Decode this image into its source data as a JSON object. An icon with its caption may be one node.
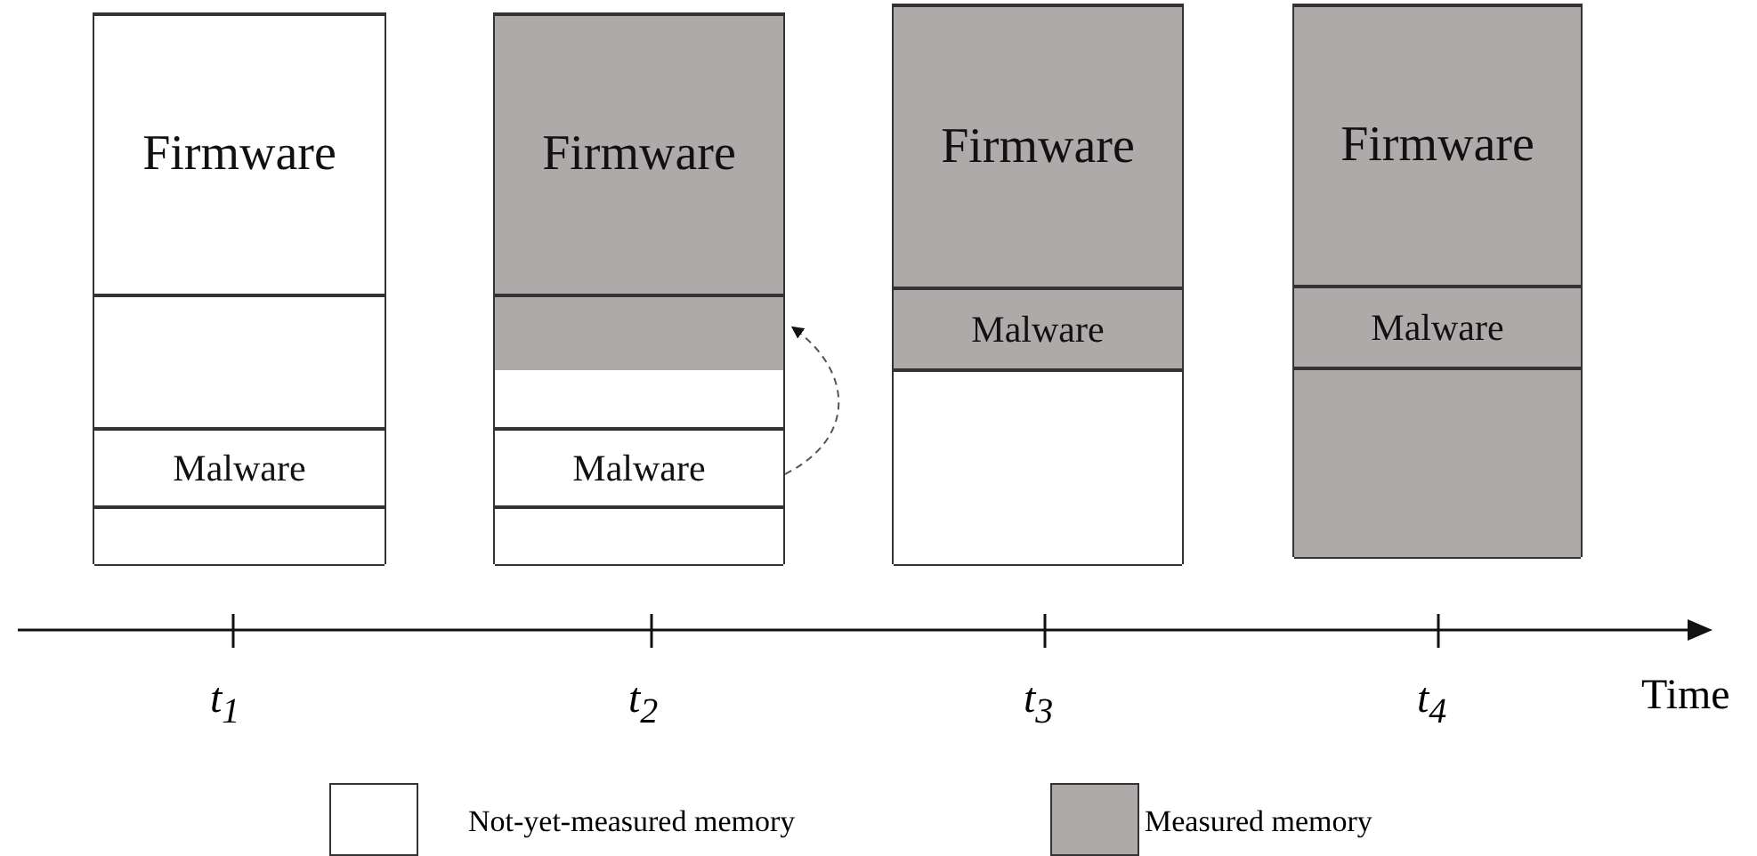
{
  "diagram": {
    "nodes": [
      {
        "text": [],
        "shape": "box"
      },
      {
        "text": [
          "Firmware"
        ],
        "in": 0
      },
      {
        "text": [],
        "shape": "box",
        "in": 0
      },
      {
        "text": [
          "Malware"
        ],
        "in": 0
      },
      {
        "text": [],
        "shape": "box",
        "in": 0
      },
      {
        "text": [],
        "shape": "box"
      },
      {
        "text": [
          "Firmware"
        ],
        "in": 5
      },
      {
        "text": [],
        "shape": "box",
        "in": 5
      },
      {
        "text": [
          "Malware"
        ],
        "in": 5
      },
      {
        "text": [],
        "shape": "box",
        "in": 5
      },
      {
        "text": [],
        "shape": "box"
      },
      {
        "text": [
          "Firmware"
        ],
        "in": 10
      },
      {
        "text": [
          "Malware"
        ],
        "in": 10
      },
      {
        "text": [],
        "shape": "box",
        "in": 10
      },
      {
        "text": [],
        "shape": "box"
      },
      {
        "text": [
          "Firmware"
        ],
        "in": 14
      },
      {
        "text": [
          "Malware"
        ],
        "in": 14
      },
      {
        "text": [],
        "shape": "box",
        "in": 14
      }
    ],
    "edges": [
      {
        "from": 8,
        "to": 7,
        "arrow": "to",
        "style": "dashed"
      }
    ],
    "labels": [
      "t$_{1}$",
      "t$_{2}$",
      "t$_{3}$",
      "t$_{4}$",
      "Time"
    ],
    "legend": [
      {
        "text": "Not-yet-measured memory",
        "color": "#ffffff"
      },
      {
        "text": "Measured memory",
        "color": "#aeaaa9"
      }
    ]
  }
}
